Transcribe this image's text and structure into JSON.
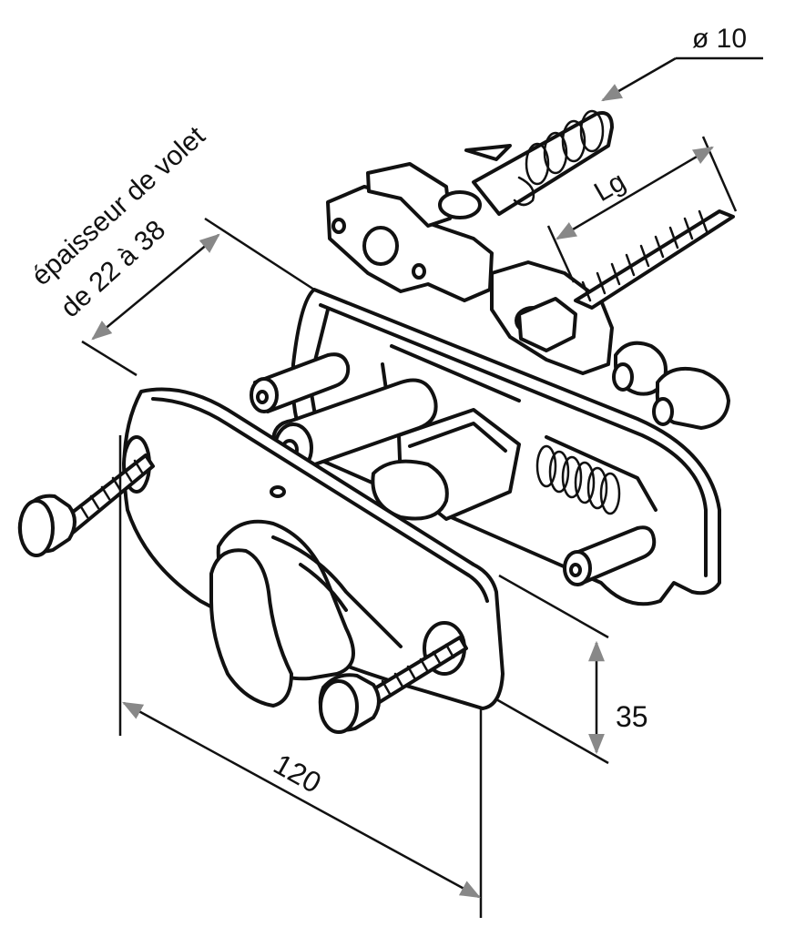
{
  "labels": {
    "diameter": "ø 10",
    "length": "Lg",
    "thickness_line1": "épaisseur de volet",
    "thickness_line2": "de 22 à 38",
    "height": "35",
    "width": "120"
  },
  "colors": {
    "line": "#111111",
    "arrow": "#888888",
    "background": "#ffffff"
  }
}
